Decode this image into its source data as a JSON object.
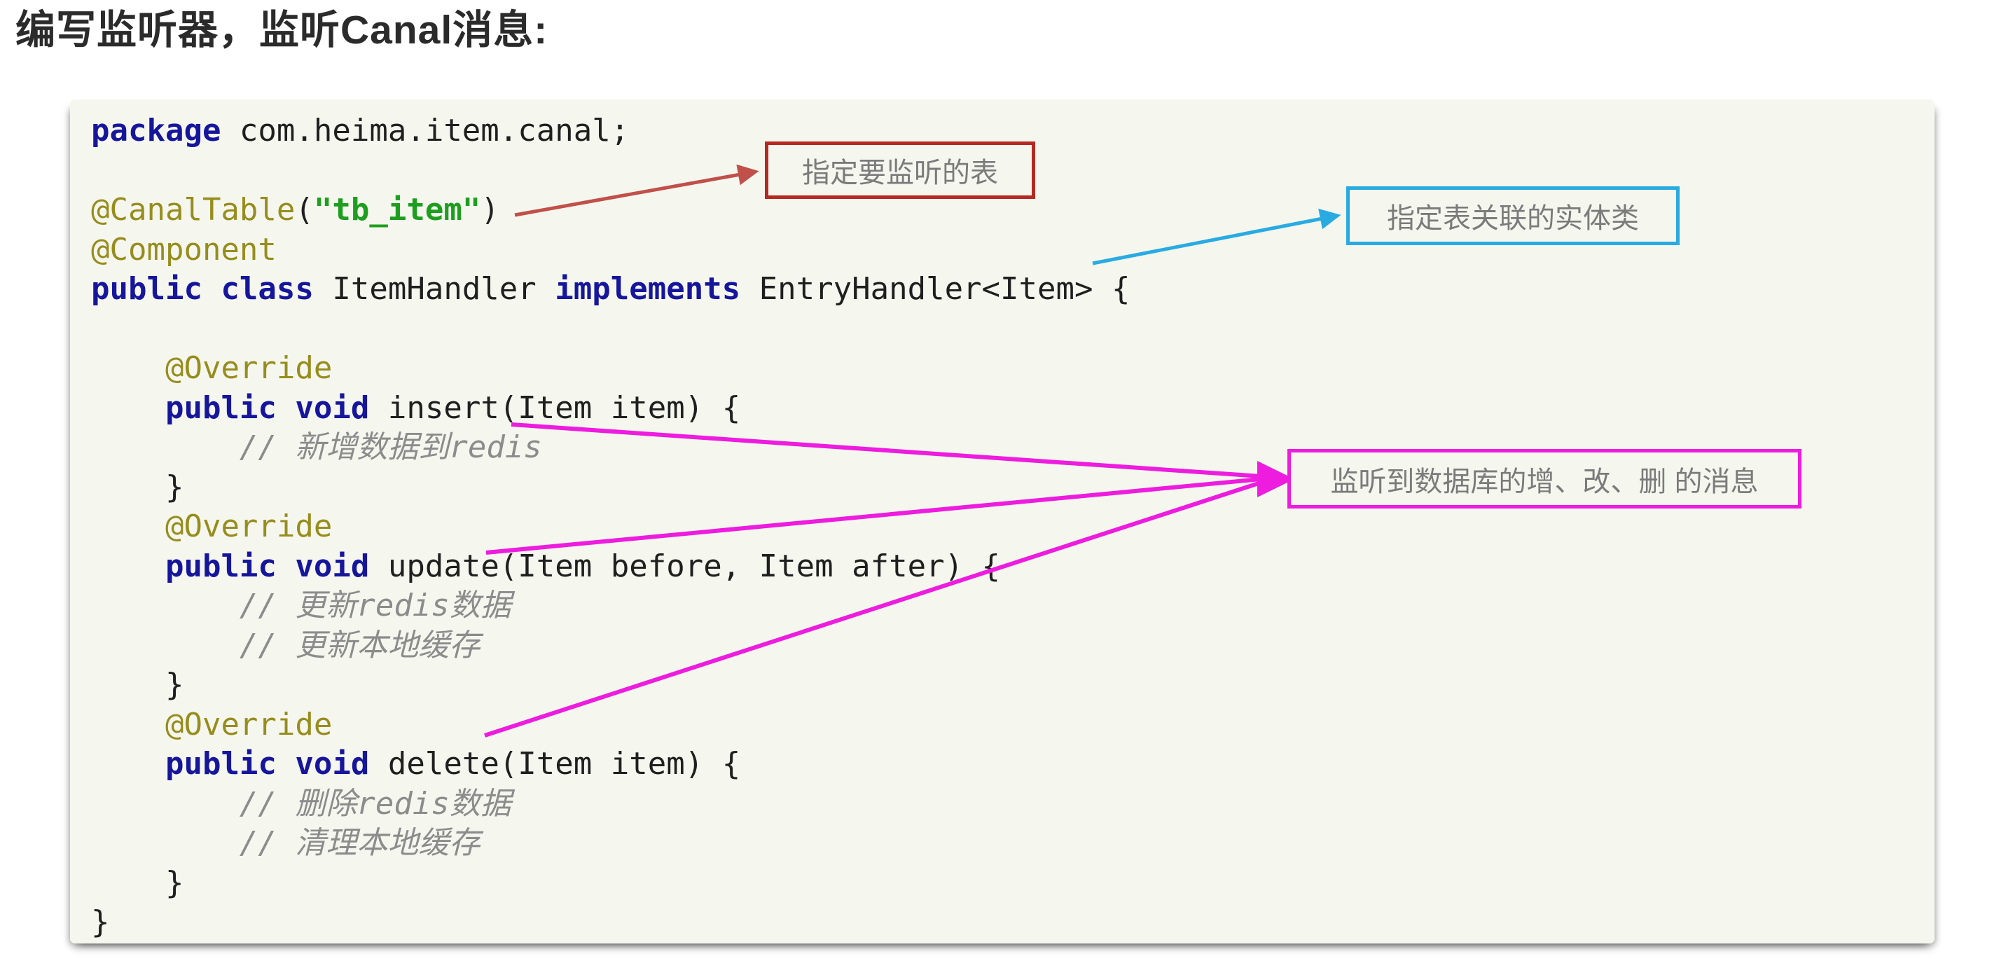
{
  "title": "编写监听器，监听Canal消息:",
  "colors": {
    "title": "#2b2b2b",
    "code_bg": "#f5f7ef",
    "keyword": "#16169c",
    "annotation": "#978d1d",
    "string": "#1e9e1e",
    "comment": "#8c8c8c",
    "plain": "#1f1f1f",
    "box_text": "#7b7b7b",
    "red_arrow": "#c05049",
    "red_box": "#b52a20",
    "blue": "#29abe2",
    "magenta": "#ed1cde"
  },
  "annotations": {
    "table": {
      "label": "指定要监听的表",
      "border_color": "#b52a20"
    },
    "entity": {
      "label": "指定表关联的实体类",
      "border_color": "#29abe2"
    },
    "messages": {
      "label": "监听到数据库的增、改、删 的消息",
      "border_color": "#ed1cde"
    }
  },
  "code": {
    "language": "java",
    "lines": [
      [
        [
          "kw",
          "package"
        ],
        [
          "pl",
          " com.heima.item.canal;"
        ]
      ],
      [
        [
          "pl",
          ""
        ]
      ],
      [
        [
          "ann",
          "@CanalTable"
        ],
        [
          "pl",
          "("
        ],
        [
          "str",
          "\"tb_item\""
        ],
        [
          "pl",
          ")"
        ]
      ],
      [
        [
          "ann",
          "@Component"
        ]
      ],
      [
        [
          "kw",
          "public class"
        ],
        [
          "pl",
          " ItemHandler "
        ],
        [
          "kw",
          "implements"
        ],
        [
          "pl",
          " EntryHandler<Item> {"
        ]
      ],
      [
        [
          "pl",
          ""
        ]
      ],
      [
        [
          "pl",
          "    "
        ],
        [
          "ann",
          "@Override"
        ]
      ],
      [
        [
          "pl",
          "    "
        ],
        [
          "kw",
          "public void"
        ],
        [
          "pl",
          " insert(Item item) {"
        ]
      ],
      [
        [
          "cm",
          "        // 新增数据到redis"
        ]
      ],
      [
        [
          "pl",
          "    }"
        ]
      ],
      [
        [
          "pl",
          "    "
        ],
        [
          "ann",
          "@Override"
        ]
      ],
      [
        [
          "pl",
          "    "
        ],
        [
          "kw",
          "public void"
        ],
        [
          "pl",
          " update(Item before, Item after) {"
        ]
      ],
      [
        [
          "cm",
          "        // 更新redis数据"
        ]
      ],
      [
        [
          "cm",
          "        // 更新本地缓存"
        ]
      ],
      [
        [
          "pl",
          "    }"
        ]
      ],
      [
        [
          "pl",
          "    "
        ],
        [
          "ann",
          "@Override"
        ]
      ],
      [
        [
          "pl",
          "    "
        ],
        [
          "kw",
          "public void"
        ],
        [
          "pl",
          " delete(Item item) {"
        ]
      ],
      [
        [
          "cm",
          "        // 删除redis数据"
        ]
      ],
      [
        [
          "cm",
          "        // 清理本地缓存"
        ]
      ],
      [
        [
          "pl",
          "    }"
        ]
      ],
      [
        [
          "pl",
          "}"
        ]
      ]
    ]
  }
}
